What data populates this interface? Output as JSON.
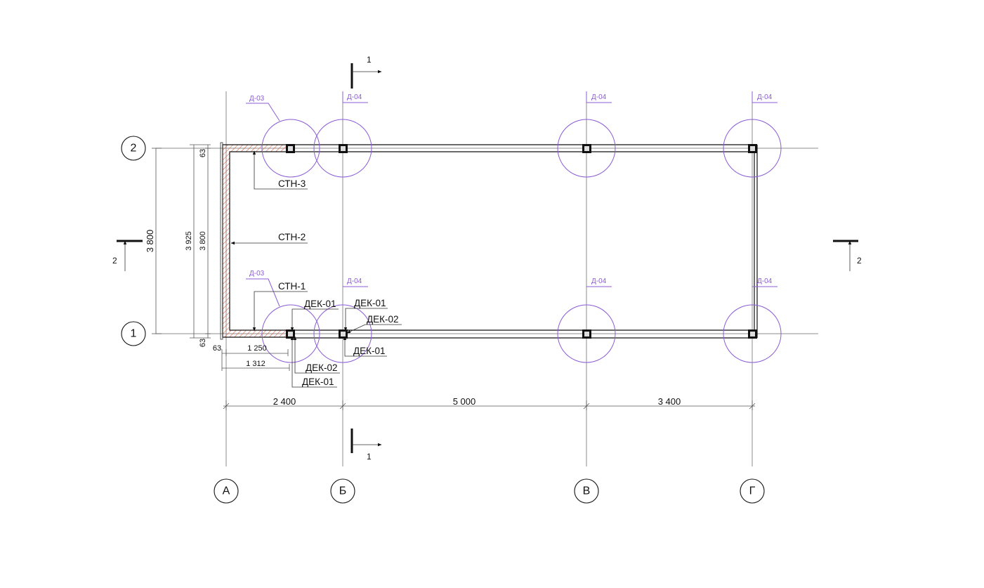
{
  "colors": {
    "pile": "#8b5cd6",
    "hatch": "#e0553a",
    "line": "#111111",
    "axis": "#8c8c8c"
  },
  "grid": {
    "col_axes": [
      "А",
      "Б",
      "В",
      "Г"
    ],
    "row_axes": [
      "1",
      "2"
    ]
  },
  "dimensions": {
    "spans": [
      "2 400",
      "5 000",
      "3 400"
    ],
    "height_outer": "3 800",
    "height_total": "3 925",
    "height_inner": "3 800",
    "offset_top": "63",
    "offset_bottom": "63",
    "offset_left": "63",
    "len_1250": "1 250",
    "len_1312": "1 312"
  },
  "section_marks": {
    "section_1": "1",
    "section_2": "2"
  },
  "wall_labels": {
    "sth3": "СТН-3",
    "sth2": "СТН-2",
    "sth1": "СТН-1"
  },
  "deck_labels": {
    "dek01": "ДЕК-01",
    "dek02": "ДЕК-02"
  },
  "pile_labels": {
    "d03": "Д-03",
    "d04": "Д-04"
  }
}
